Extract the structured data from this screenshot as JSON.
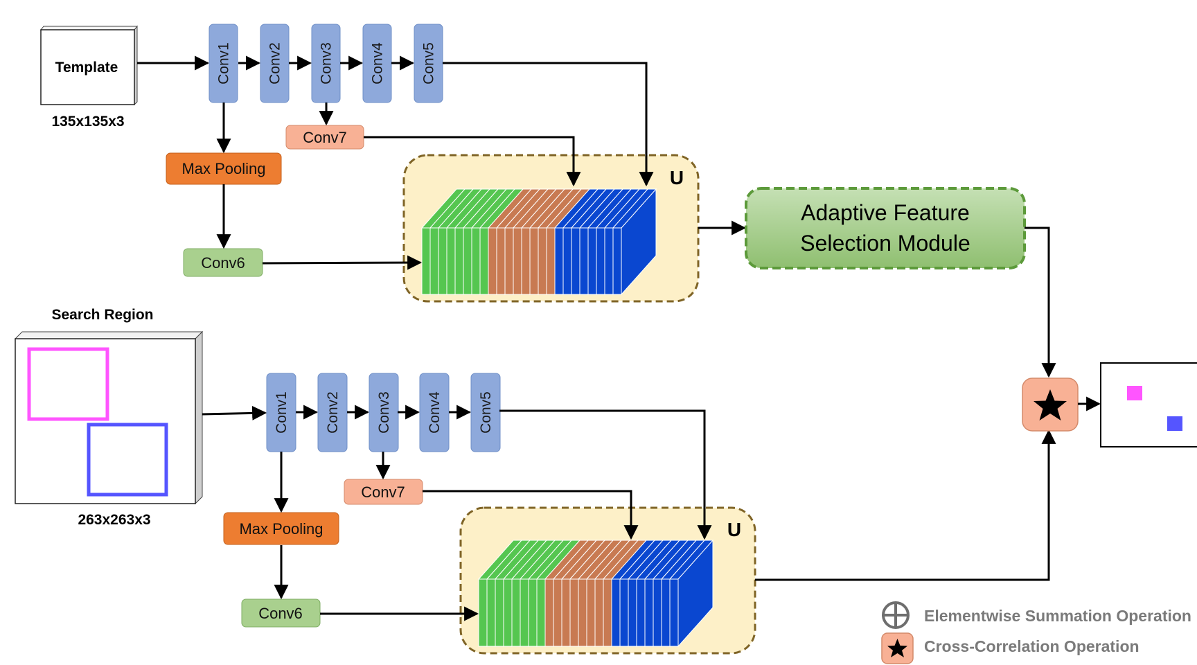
{
  "template": {
    "label": "Template",
    "size": "135x135x3"
  },
  "search": {
    "label": "Search Region",
    "size": "263x263x3"
  },
  "branches": [
    {
      "convs": [
        "Conv1",
        "Conv2",
        "Conv3",
        "Conv4",
        "Conv5"
      ],
      "conv7": "Conv7",
      "maxpool": "Max Pooling",
      "conv6": "Conv6",
      "union": "U"
    },
    {
      "convs": [
        "Conv1",
        "Conv2",
        "Conv3",
        "Conv4",
        "Conv5"
      ],
      "conv7": "Conv7",
      "maxpool": "Max Pooling",
      "conv6": "Conv6",
      "union": "U"
    }
  ],
  "afsm": {
    "line1": "Adaptive Feature",
    "line2": "Selection Module"
  },
  "legend": [
    {
      "icon": "circle-plus-icon",
      "label": "Elementwise Summation Operation"
    },
    {
      "icon": "star-icon",
      "label": "Cross-Correlation Operation"
    }
  ],
  "colors": {
    "conv": "#8ea9db",
    "conv7": "#f8b195",
    "maxpool": "#ed7d31",
    "conv6": "#a9d08e",
    "green_slab": "#55c650",
    "brown_slab": "#c87a52",
    "blue_slab": "#0a47d0",
    "union_bg": "#fdf0c8",
    "union_border": "#7f6426",
    "afsm": "#8fbf70",
    "pink_box": "#ff55ff",
    "blue_box": "#5555ff"
  }
}
